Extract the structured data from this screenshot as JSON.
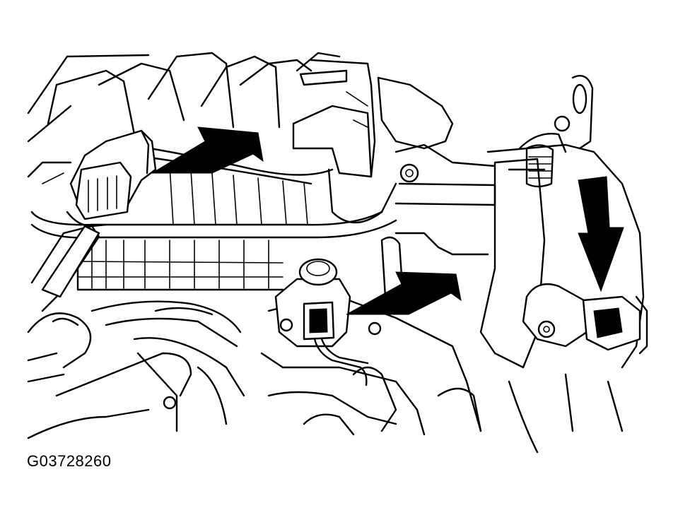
{
  "figure": {
    "id_label": "G03728260"
  },
  "colors": {
    "line": "#000000",
    "background": "#ffffff"
  },
  "callouts": [
    {
      "name": "arrow-to-manifold-connector"
    },
    {
      "name": "arrow-to-center-sensor"
    },
    {
      "name": "arrow-to-throttle-position-sensor"
    }
  ]
}
